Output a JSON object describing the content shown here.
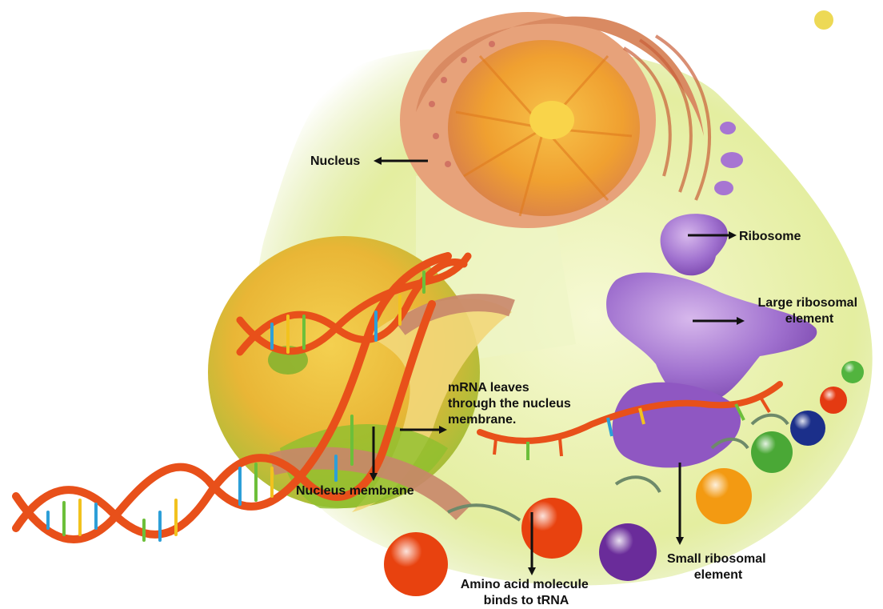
{
  "labels": {
    "nucleus": "Nucleus",
    "ribosome": "Ribosome",
    "large_ribosomal": [
      "Large ribosomal",
      "element"
    ],
    "mrna_leaves": [
      "mRNA leaves",
      "through the nucleus",
      "membrane."
    ],
    "nucleus_membrane": "Nucleus membrane",
    "small_ribosomal": [
      "Small ribosomal",
      "element"
    ],
    "amino_acid": [
      "Amino acid molecule",
      "binds to tRNA"
    ]
  },
  "colors": {
    "dna_backbone": "#e8501a",
    "cytoplasm": "#e6f0a8",
    "nucleus_outer": "#e9a070",
    "nucleus_inner": "#f3a623",
    "ribosome": "#9a62c8",
    "arrow": "#111111"
  },
  "beads": [
    {
      "name": "amino-acid-bead-red-left",
      "color": "#e8420f"
    },
    {
      "name": "amino-acid-bead-red-center",
      "color": "#e8420f"
    },
    {
      "name": "amino-acid-bead-purple",
      "color": "#6a2c9a"
    },
    {
      "name": "amino-acid-bead-orange",
      "color": "#f39a12"
    },
    {
      "name": "amino-acid-bead-green",
      "color": "#4aa836"
    },
    {
      "name": "amino-acid-bead-blue",
      "color": "#1b2f8a"
    },
    {
      "name": "amino-acid-bead-red-small",
      "color": "#e43a12"
    },
    {
      "name": "amino-acid-bead-green-small",
      "color": "#52b43e"
    }
  ]
}
